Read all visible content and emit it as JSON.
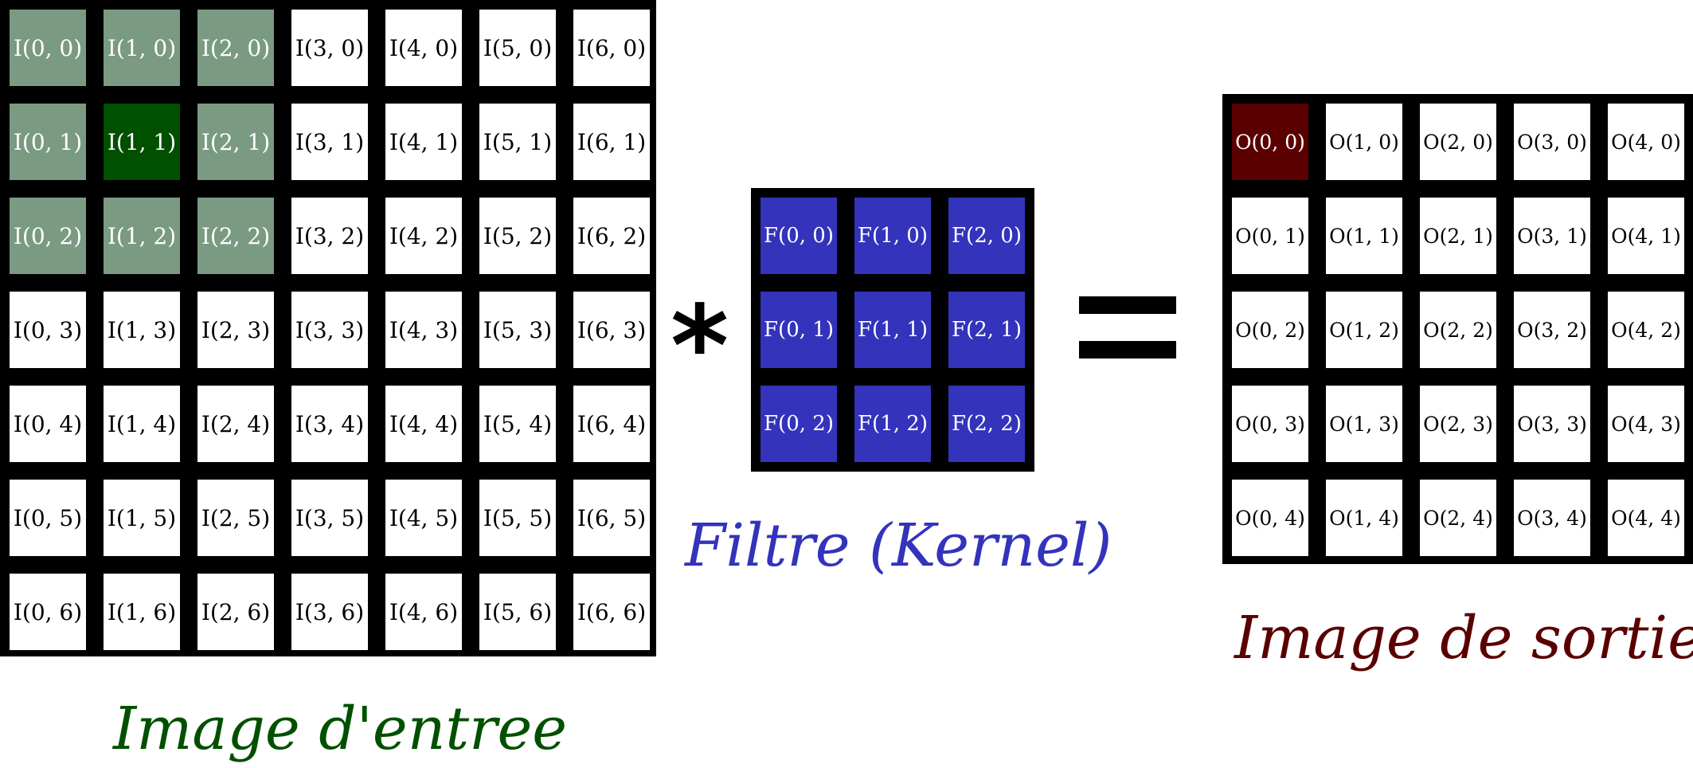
{
  "colors": {
    "input_accent": "#005000",
    "input_neighbor": "#7a9a82",
    "filter": "#3333bb",
    "output_accent": "#5a0000",
    "cell_default": "#ffffff",
    "grid_border": "#000000"
  },
  "input": {
    "caption": "Image d'entree",
    "rows": [
      [
        {
          "label": "I(0, 0)",
          "state": "neighbor"
        },
        {
          "label": "I(1, 0)",
          "state": "neighbor"
        },
        {
          "label": "I(2, 0)",
          "state": "neighbor"
        },
        {
          "label": "I(3, 0)",
          "state": "plain"
        },
        {
          "label": "I(4, 0)",
          "state": "plain"
        },
        {
          "label": "I(5, 0)",
          "state": "plain"
        },
        {
          "label": "I(6, 0)",
          "state": "plain"
        }
      ],
      [
        {
          "label": "I(0, 1)",
          "state": "neighbor"
        },
        {
          "label": "I(1, 1)",
          "state": "center"
        },
        {
          "label": "I(2, 1)",
          "state": "neighbor"
        },
        {
          "label": "I(3, 1)",
          "state": "plain"
        },
        {
          "label": "I(4, 1)",
          "state": "plain"
        },
        {
          "label": "I(5, 1)",
          "state": "plain"
        },
        {
          "label": "I(6, 1)",
          "state": "plain"
        }
      ],
      [
        {
          "label": "I(0, 2)",
          "state": "neighbor"
        },
        {
          "label": "I(1, 2)",
          "state": "neighbor"
        },
        {
          "label": "I(2, 2)",
          "state": "neighbor"
        },
        {
          "label": "I(3, 2)",
          "state": "plain"
        },
        {
          "label": "I(4, 2)",
          "state": "plain"
        },
        {
          "label": "I(5, 2)",
          "state": "plain"
        },
        {
          "label": "I(6, 2)",
          "state": "plain"
        }
      ],
      [
        {
          "label": "I(0, 3)",
          "state": "plain"
        },
        {
          "label": "I(1, 3)",
          "state": "plain"
        },
        {
          "label": "I(2, 3)",
          "state": "plain"
        },
        {
          "label": "I(3, 3)",
          "state": "plain"
        },
        {
          "label": "I(4, 3)",
          "state": "plain"
        },
        {
          "label": "I(5, 3)",
          "state": "plain"
        },
        {
          "label": "I(6, 3)",
          "state": "plain"
        }
      ],
      [
        {
          "label": "I(0, 4)",
          "state": "plain"
        },
        {
          "label": "I(1, 4)",
          "state": "plain"
        },
        {
          "label": "I(2, 4)",
          "state": "plain"
        },
        {
          "label": "I(3, 4)",
          "state": "plain"
        },
        {
          "label": "I(4, 4)",
          "state": "plain"
        },
        {
          "label": "I(5, 4)",
          "state": "plain"
        },
        {
          "label": "I(6, 4)",
          "state": "plain"
        }
      ],
      [
        {
          "label": "I(0, 5)",
          "state": "plain"
        },
        {
          "label": "I(1, 5)",
          "state": "plain"
        },
        {
          "label": "I(2, 5)",
          "state": "plain"
        },
        {
          "label": "I(3, 5)",
          "state": "plain"
        },
        {
          "label": "I(4, 5)",
          "state": "plain"
        },
        {
          "label": "I(5, 5)",
          "state": "plain"
        },
        {
          "label": "I(6, 5)",
          "state": "plain"
        }
      ],
      [
        {
          "label": "I(0, 6)",
          "state": "plain"
        },
        {
          "label": "I(1, 6)",
          "state": "plain"
        },
        {
          "label": "I(2, 6)",
          "state": "plain"
        },
        {
          "label": "I(3, 6)",
          "state": "plain"
        },
        {
          "label": "I(4, 6)",
          "state": "plain"
        },
        {
          "label": "I(5, 6)",
          "state": "plain"
        },
        {
          "label": "I(6, 6)",
          "state": "plain"
        }
      ]
    ]
  },
  "operator_convolve": "*",
  "filter": {
    "caption": "Filtre (Kernel)",
    "rows": [
      [
        {
          "label": "F(0, 0)",
          "state": "filter"
        },
        {
          "label": "F(1, 0)",
          "state": "filter"
        },
        {
          "label": "F(2, 0)",
          "state": "filter"
        }
      ],
      [
        {
          "label": "F(0, 1)",
          "state": "filter"
        },
        {
          "label": "F(1, 1)",
          "state": "filter"
        },
        {
          "label": "F(2, 1)",
          "state": "filter"
        }
      ],
      [
        {
          "label": "F(0, 2)",
          "state": "filter"
        },
        {
          "label": "F(1, 2)",
          "state": "filter"
        },
        {
          "label": "F(2, 2)",
          "state": "filter"
        }
      ]
    ]
  },
  "output": {
    "caption": "Image de sortie",
    "rows": [
      [
        {
          "label": "O(0, 0)",
          "state": "result"
        },
        {
          "label": "O(1, 0)",
          "state": "plain"
        },
        {
          "label": "O(2, 0)",
          "state": "plain"
        },
        {
          "label": "O(3, 0)",
          "state": "plain"
        },
        {
          "label": "O(4, 0)",
          "state": "plain"
        }
      ],
      [
        {
          "label": "O(0, 1)",
          "state": "plain"
        },
        {
          "label": "O(1, 1)",
          "state": "plain"
        },
        {
          "label": "O(2, 1)",
          "state": "plain"
        },
        {
          "label": "O(3, 1)",
          "state": "plain"
        },
        {
          "label": "O(4, 1)",
          "state": "plain"
        }
      ],
      [
        {
          "label": "O(0, 2)",
          "state": "plain"
        },
        {
          "label": "O(1, 2)",
          "state": "plain"
        },
        {
          "label": "O(2, 2)",
          "state": "plain"
        },
        {
          "label": "O(3, 2)",
          "state": "plain"
        },
        {
          "label": "O(4, 2)",
          "state": "plain"
        }
      ],
      [
        {
          "label": "O(0, 3)",
          "state": "plain"
        },
        {
          "label": "O(1, 3)",
          "state": "plain"
        },
        {
          "label": "O(2, 3)",
          "state": "plain"
        },
        {
          "label": "O(3, 3)",
          "state": "plain"
        },
        {
          "label": "O(4, 3)",
          "state": "plain"
        }
      ],
      [
        {
          "label": "O(0, 4)",
          "state": "plain"
        },
        {
          "label": "O(1, 4)",
          "state": "plain"
        },
        {
          "label": "O(2, 4)",
          "state": "plain"
        },
        {
          "label": "O(3, 4)",
          "state": "plain"
        },
        {
          "label": "O(4, 4)",
          "state": "plain"
        }
      ]
    ]
  }
}
